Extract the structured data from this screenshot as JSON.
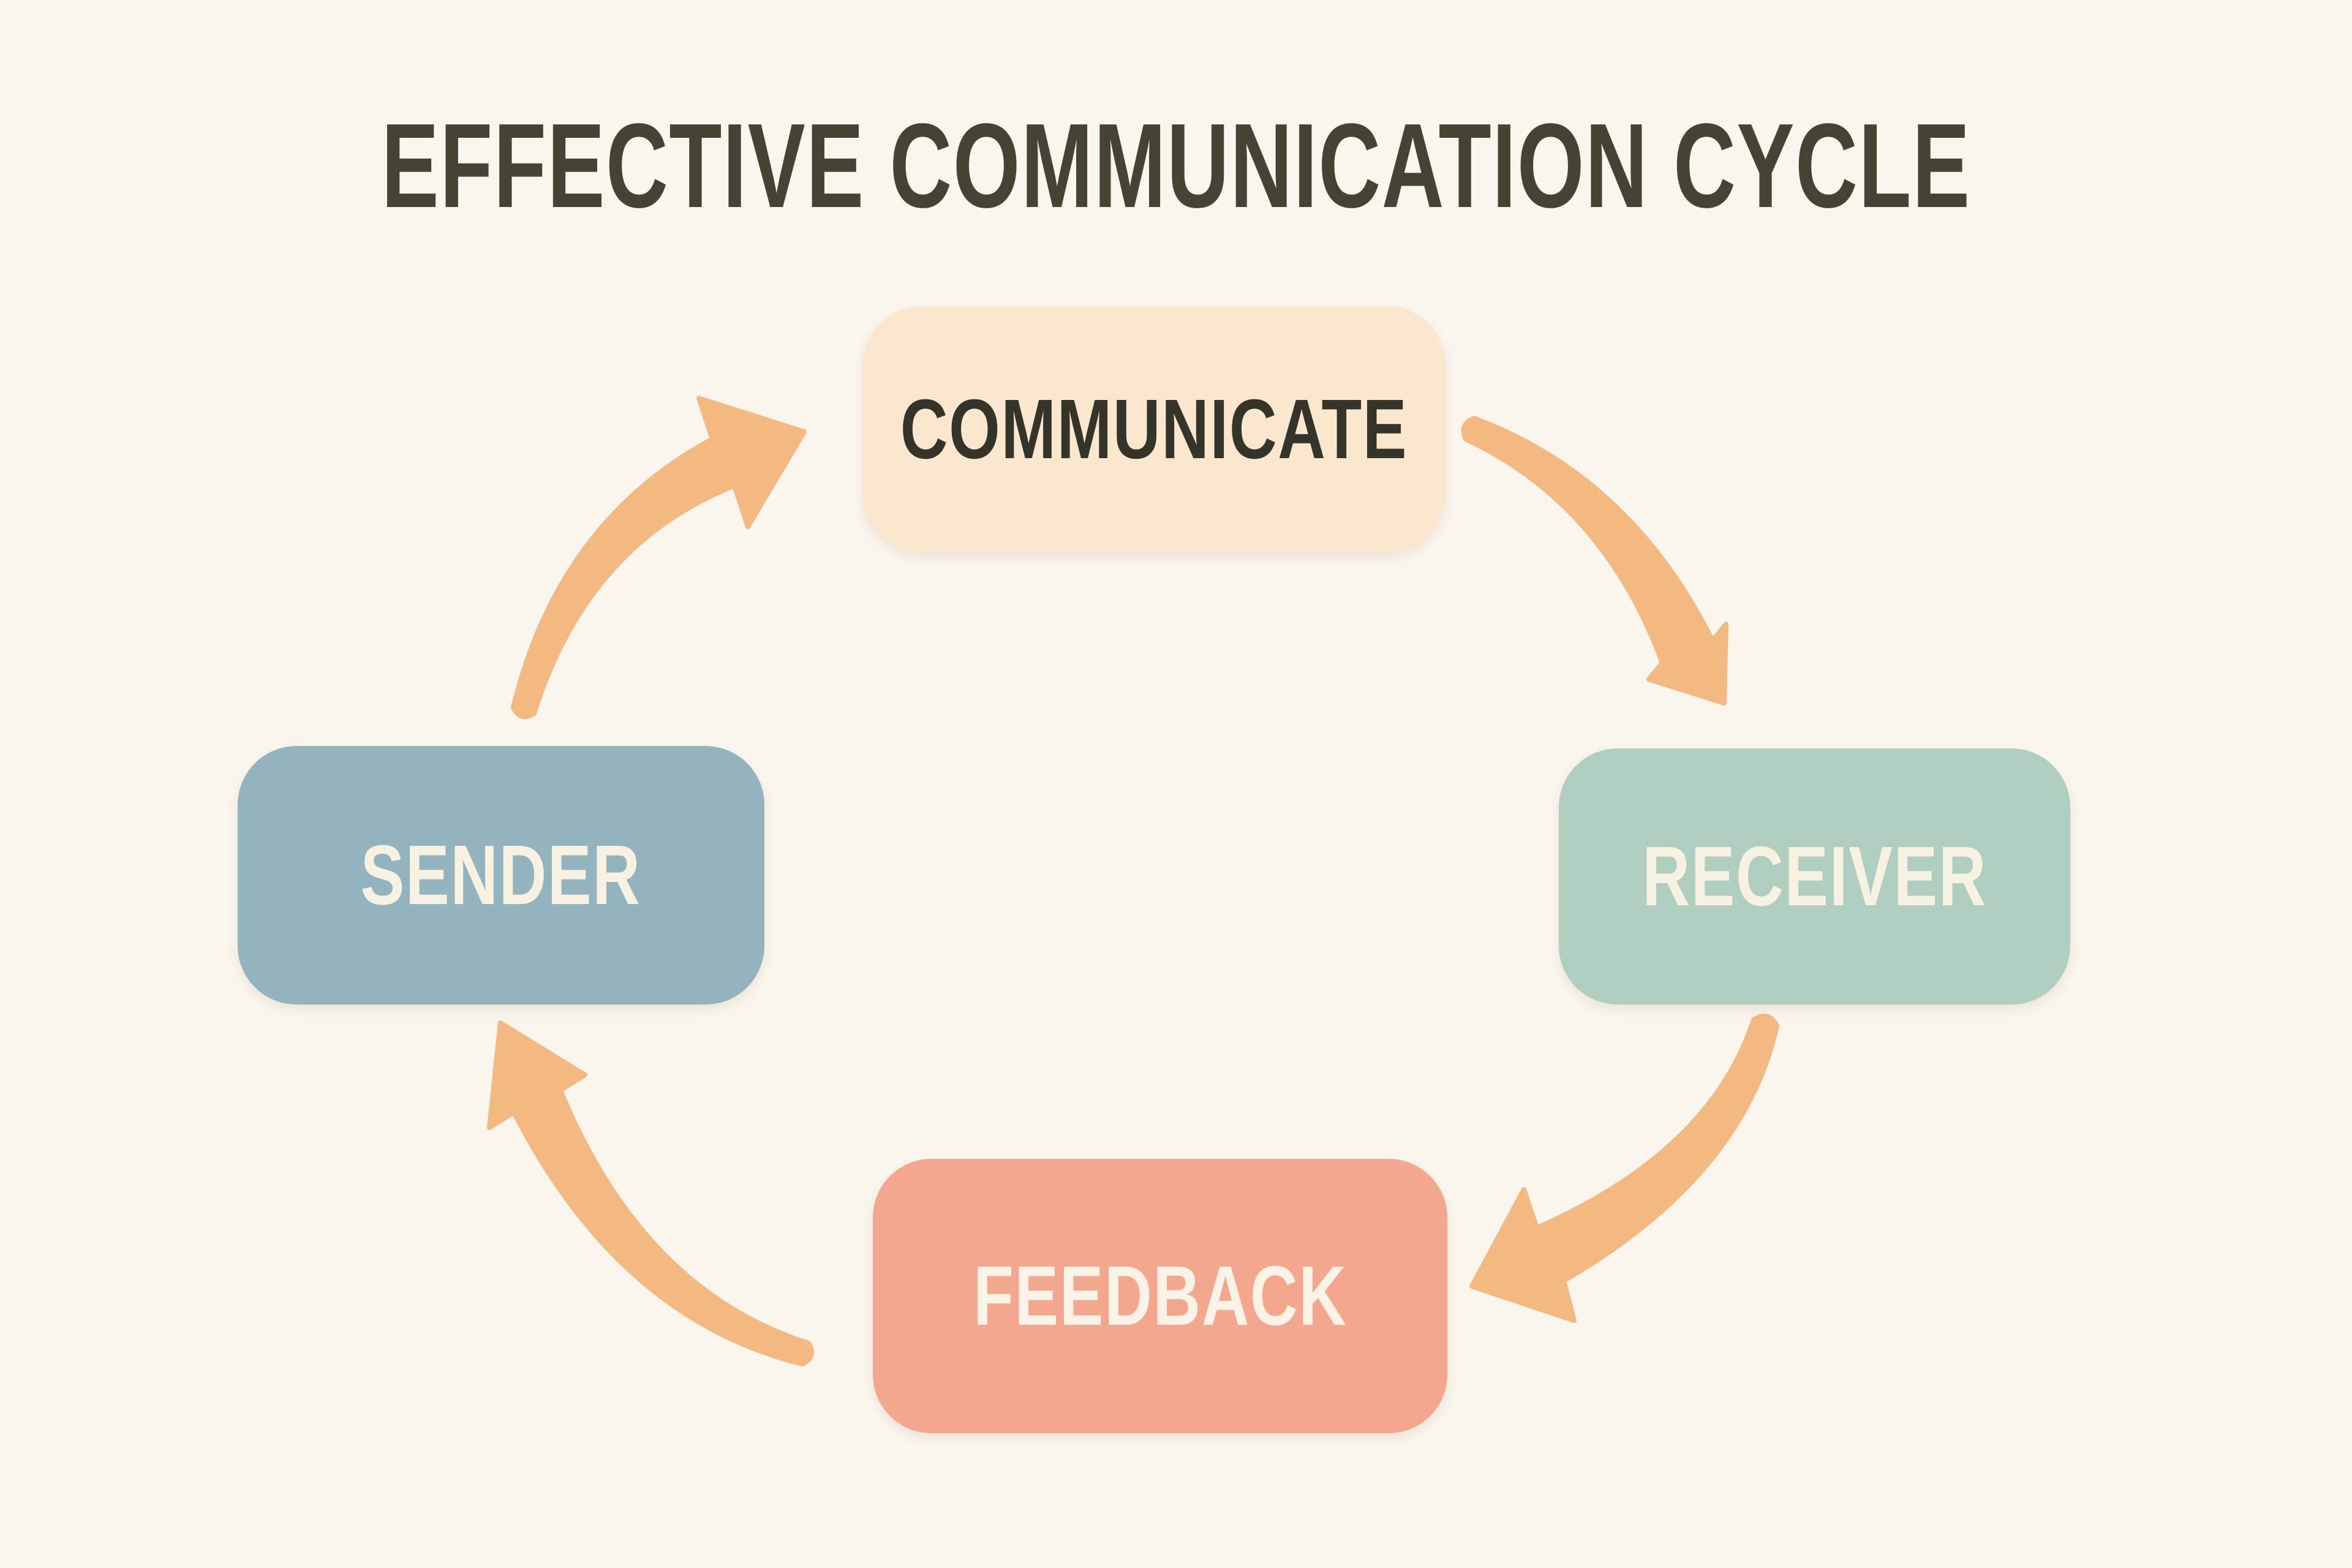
{
  "title": "EFFECTIVE COMMUNICATION CYCLE",
  "colors": {
    "background": "#FAF6EE",
    "title_text": "#474334",
    "arrow": "#F3B981"
  },
  "diagram": {
    "type": "cycle",
    "nodes": [
      {
        "id": "communicate",
        "label": "COMMUNICATE",
        "position": "top",
        "fill": "#FBE7CD",
        "text_color": "#35342B"
      },
      {
        "id": "receiver",
        "label": "RECEIVER",
        "position": "right",
        "fill": "#AFCEC0",
        "text_color": "#F7F1E1"
      },
      {
        "id": "feedback",
        "label": "FEEDBACK",
        "position": "bottom",
        "fill": "#F3A78F",
        "text_color": "#FBF3E6"
      },
      {
        "id": "sender",
        "label": "SENDER",
        "position": "left",
        "fill": "#93B4BF",
        "text_color": "#F7F1E1"
      }
    ],
    "arrows": [
      {
        "from": "sender",
        "to": "communicate"
      },
      {
        "from": "communicate",
        "to": "receiver"
      },
      {
        "from": "receiver",
        "to": "feedback"
      },
      {
        "from": "feedback",
        "to": "sender"
      }
    ]
  }
}
